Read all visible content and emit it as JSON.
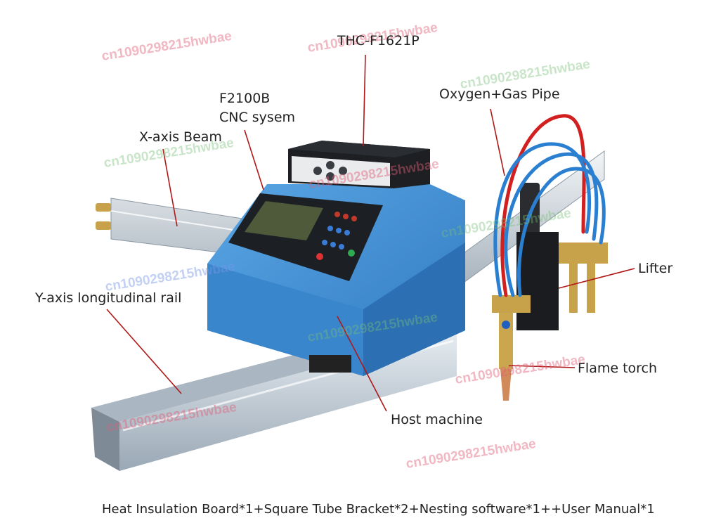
{
  "labels": {
    "thc": "THC-F1621P",
    "cnc_model": "F2100B",
    "cnc_system": "CNC sysem",
    "x_beam": "X-axis Beam",
    "oxygen_pipe": "Oxygen+Gas Pipe",
    "lifter": "Lifter",
    "y_rail": "Y-axis longitudinal rail",
    "flame_torch": "Flame torch",
    "host_machine": "Host machine"
  },
  "footer": "Heat Insulation Board*1+Square Tube Bracket*2+Nesting software*1++User Manual*1",
  "watermarks": [
    "cn1090298215hwbae",
    "cn1090298215hwbae",
    "cn1090298215hwbae",
    "cn1090298215hwbae",
    "cn1090298215hwbae",
    "cn1090298215hwbae",
    "cn1090298215hwbae",
    "cn1090298215hwbae",
    "cn1090298215hwbae",
    "cn1090298215hwbae",
    "cn1090298215hwbae"
  ],
  "colors": {
    "machine_body": "#3f8fd3",
    "rail": "#c9d3dc",
    "pointer": "#b01818",
    "oxygen_hose": "#d21f1f",
    "gas_hose": "#2a7fd0",
    "brass": "#c8a24a"
  }
}
